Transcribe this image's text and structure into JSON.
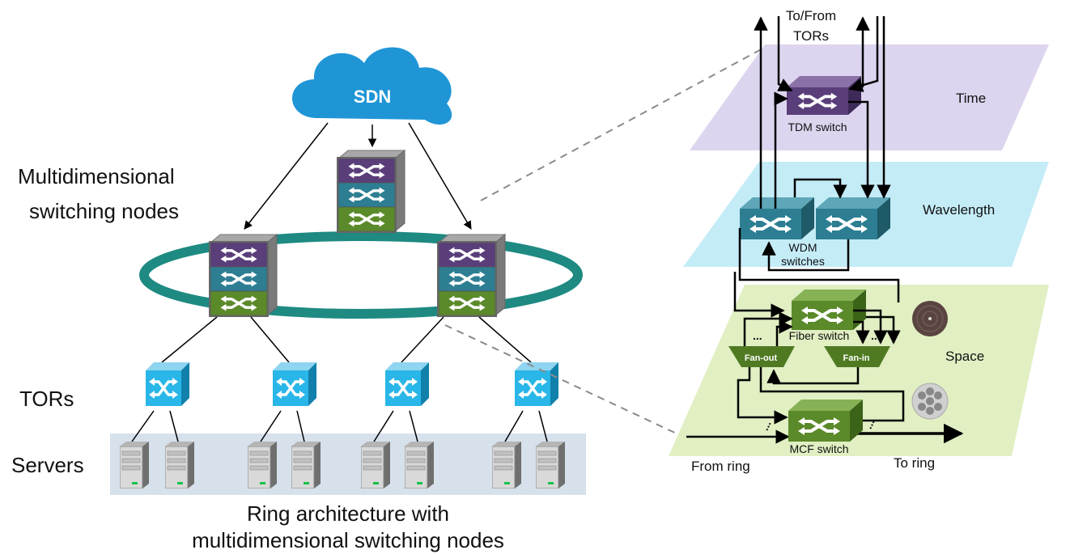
{
  "left_panel": {
    "cloud_label": "SDN",
    "nodes_label_line1": "Multidimensional",
    "nodes_label_line2": "switching nodes",
    "tors_label": "TORs",
    "servers_label": "Servers",
    "caption_line1": "Ring architecture with",
    "caption_line2": "multidimensional switching nodes"
  },
  "right_panel": {
    "top_label_line1": "To/From",
    "top_label_line2": "TORs",
    "time_plane_label": "Time",
    "tdm_switch_label": "TDM switch",
    "wavelength_plane_label": "Wavelength",
    "wdm_label_line1": "WDM",
    "wdm_label_line2": "switches",
    "space_plane_label": "Space",
    "fiber_switch_label": "Fiber switch",
    "fan_out_label": "Fan-out",
    "fan_in_label": "Fan-in",
    "mcf_switch_label": "MCF switch",
    "from_ring_label": "From ring",
    "to_ring_label": "To ring",
    "dots_left": "...",
    "dots_right": "..."
  },
  "colors": {
    "cloud": "#1f95d6",
    "ring": "#1e8a82",
    "tor": "#29b6e8",
    "layer_time": "#5a3e7a",
    "layer_wavelength": "#2d7e92",
    "layer_space": "#5b8a2a",
    "plane_time": "#ddd5ef",
    "plane_wavelength": "#c4ecf7",
    "plane_space": "#e1efc3",
    "server_bg": "#d7e1ec"
  }
}
